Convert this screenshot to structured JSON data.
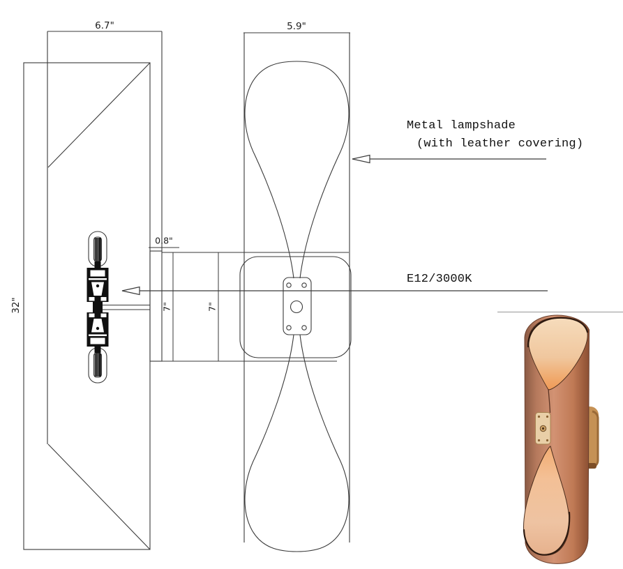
{
  "drawing": {
    "dimensions": {
      "overall_height": "32\"",
      "fixture_depth": "6.7\"",
      "shade_width": "5.9\"",
      "backplate_depth": "0.8\"",
      "backplate_height_side": "7\"",
      "backplate_height_front": "7\""
    },
    "annotations": {
      "lampshade_line1": "Metal lampshade",
      "lampshade_line2": "(with leather covering)",
      "socket_spec": "E12/3000K"
    }
  },
  "colors": {
    "line": "#3a3a3a",
    "leather_body": "#c8876a",
    "leather_dark": "#8a4f33",
    "leather_interior": "#f0c79e",
    "lamp_glow": "#ef9a58",
    "strap_plate": "#e9cfa7",
    "wall_bracket": "#c59155"
  }
}
